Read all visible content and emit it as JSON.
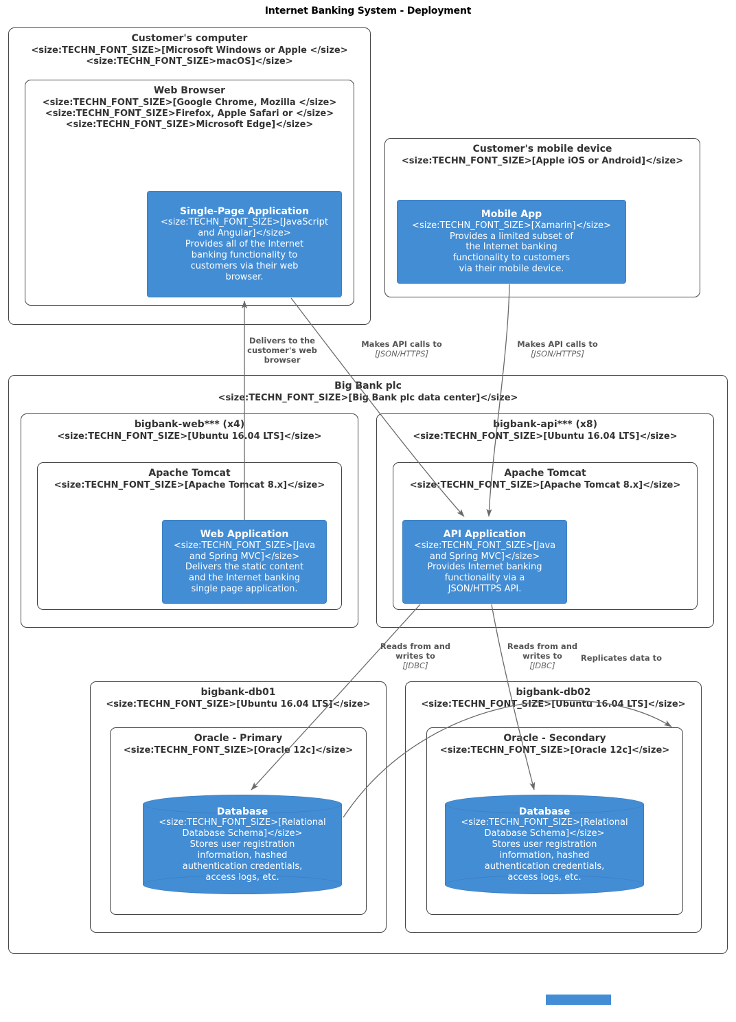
{
  "title": "Internet Banking System - Deployment",
  "accent_color": "#438DD5",
  "nodes": {
    "customer_computer": {
      "name": "Customer's computer",
      "tech": "<size:TECHN_FONT_SIZE>[Microsoft Windows or Apple </size>\n<size:TECHN_FONT_SIZE>macOS]</size>"
    },
    "web_browser": {
      "name": "Web Browser",
      "tech": "<size:TECHN_FONT_SIZE>[Google Chrome, Mozilla </size>\n<size:TECHN_FONT_SIZE>Firefox, Apple Safari or </size>\n<size:TECHN_FONT_SIZE>Microsoft Edge]</size>"
    },
    "mobile_device": {
      "name": "Customer's mobile device",
      "tech": "<size:TECHN_FONT_SIZE>[Apple iOS or Android]</size>"
    },
    "big_bank": {
      "name": "Big Bank plc",
      "tech": "<size:TECHN_FONT_SIZE>[Big Bank plc data center]</size>"
    },
    "bigbank_web": {
      "name": "bigbank-web*** (x4)",
      "tech": "<size:TECHN_FONT_SIZE>[Ubuntu 16.04 LTS]</size>"
    },
    "bigbank_api": {
      "name": "bigbank-api*** (x8)",
      "tech": "<size:TECHN_FONT_SIZE>[Ubuntu 16.04 LTS]</size>"
    },
    "tomcat_web": {
      "name": "Apache Tomcat",
      "tech": "<size:TECHN_FONT_SIZE>[Apache Tomcat 8.x]</size>"
    },
    "tomcat_api": {
      "name": "Apache Tomcat",
      "tech": "<size:TECHN_FONT_SIZE>[Apache Tomcat 8.x]</size>"
    },
    "bigbank_db01": {
      "name": "bigbank-db01",
      "tech": "<size:TECHN_FONT_SIZE>[Ubuntu 16.04 LTS]</size>"
    },
    "bigbank_db02": {
      "name": "bigbank-db02",
      "tech": "<size:TECHN_FONT_SIZE>[Ubuntu 16.04 LTS]</size>"
    },
    "oracle_primary": {
      "name": "Oracle - Primary",
      "tech": "<size:TECHN_FONT_SIZE>[Oracle 12c]</size>"
    },
    "oracle_secondary": {
      "name": "Oracle - Secondary",
      "tech": "<size:TECHN_FONT_SIZE>[Oracle 12c]</size>"
    }
  },
  "elements": {
    "spa": {
      "name": "Single-Page\nApplication",
      "tech": "<size:TECHN_FONT_SIZE>[JavaScript\nand Angular]</size>",
      "desc": "Provides all of the Internet\nbanking functionality to\ncustomers via their web\nbrowser."
    },
    "mobile_app": {
      "name": "Mobile App",
      "tech": "<size:TECHN_FONT_SIZE>[Xamarin]</size>",
      "desc": "Provides a limited subset of\nthe Internet banking\nfunctionality to customers\nvia their mobile device."
    },
    "web_application": {
      "name": "Web Application",
      "tech": "<size:TECHN_FONT_SIZE>[Java\nand Spring MVC]</size>",
      "desc": "Delivers the static content\nand the Internet banking\nsingle page application."
    },
    "api_application": {
      "name": "API Application",
      "tech": "<size:TECHN_FONT_SIZE>[Java\nand Spring MVC]</size>",
      "desc": "Provides Internet banking\nfunctionality via a\nJSON/HTTPS API."
    },
    "database_primary": {
      "name": "Database",
      "tech": "<size:TECHN_FONT_SIZE>[Relational\nDatabase Schema]</size>",
      "desc": "Stores user registration\ninformation, hashed\nauthentication credentials,\naccess logs, etc."
    },
    "database_secondary": {
      "name": "Database",
      "tech": "<size:TECHN_FONT_SIZE>[Relational\nDatabase Schema]</size>",
      "desc": "Stores user registration\ninformation, hashed\nauthentication credentials,\naccess logs, etc."
    }
  },
  "relationships": [
    {
      "id": "delivers-spa",
      "label": "Delivers to the\ncustomer's web\nbrowser",
      "tech": ""
    },
    {
      "id": "spa-api",
      "label": "Makes API calls to",
      "tech": "[JSON/HTTPS]"
    },
    {
      "id": "mobile-api",
      "label": "Makes API calls to",
      "tech": "[JSON/HTTPS]"
    },
    {
      "id": "api-db-primary",
      "label": "Reads from and\nwrites to",
      "tech": "[JDBC]"
    },
    {
      "id": "api-db-secondary",
      "label": "Reads from and\nwrites to",
      "tech": "[JDBC]"
    },
    {
      "id": "db-replication",
      "label": "Replicates data to",
      "tech": ""
    }
  ]
}
